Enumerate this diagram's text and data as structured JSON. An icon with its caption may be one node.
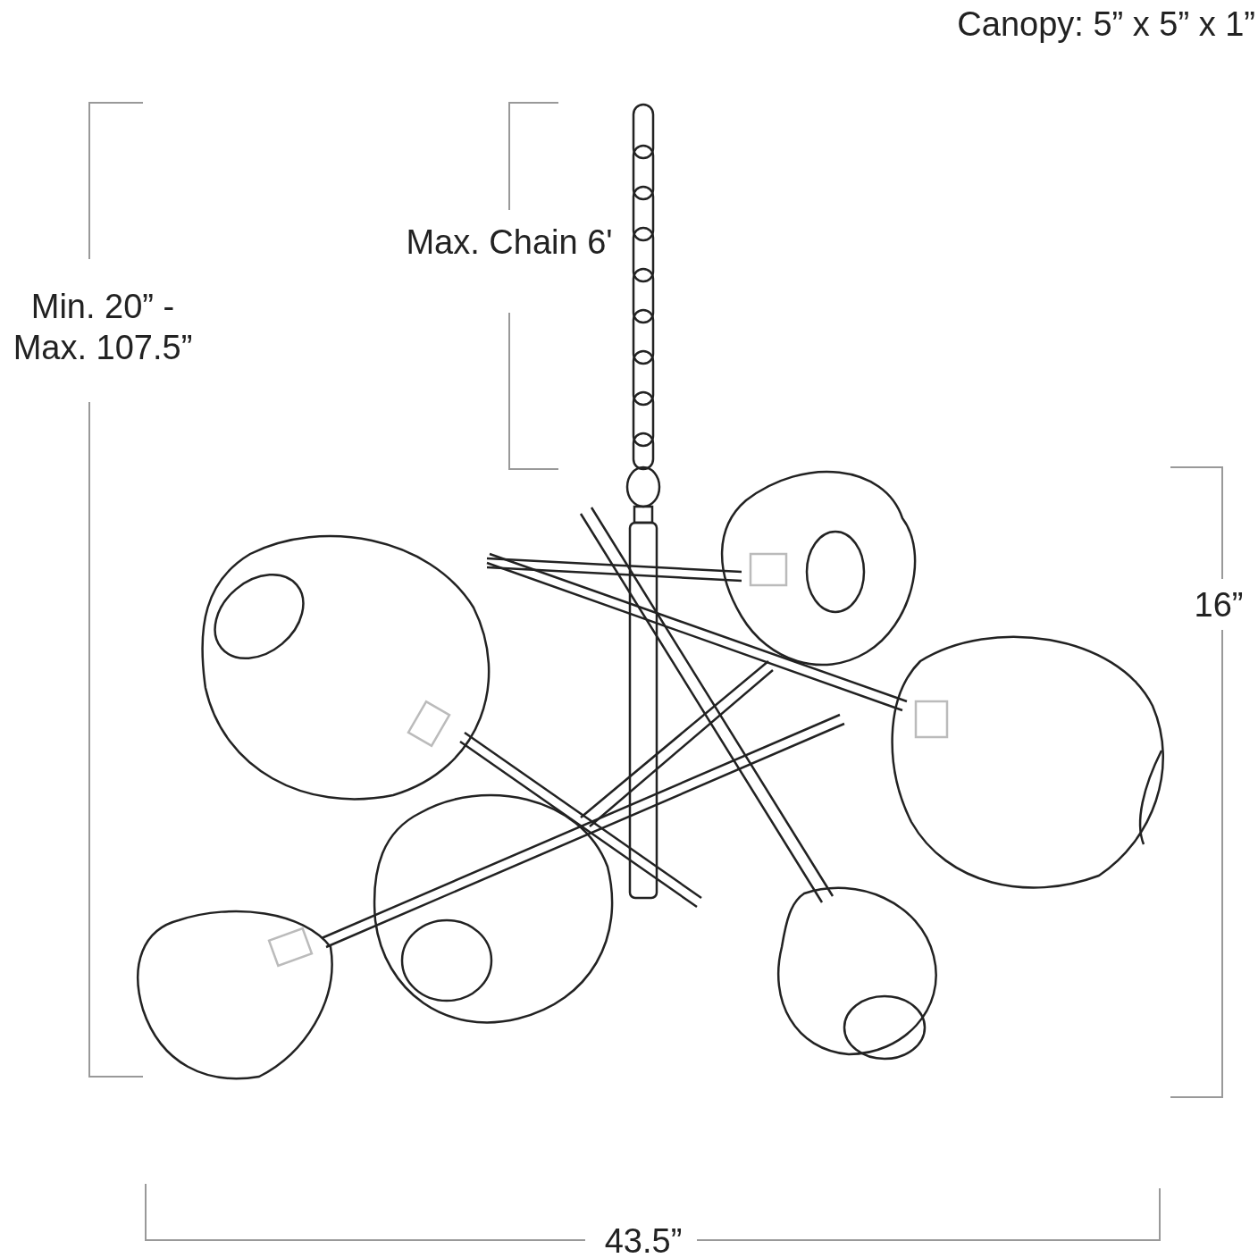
{
  "diagram": {
    "labels": [
      "Canopy: 5” x  5” x 1”",
      "Max. Chain 6'",
      "Min. 20” - Max. 107.5”",
      "16”",
      "43.5”"
    ]
  }
}
